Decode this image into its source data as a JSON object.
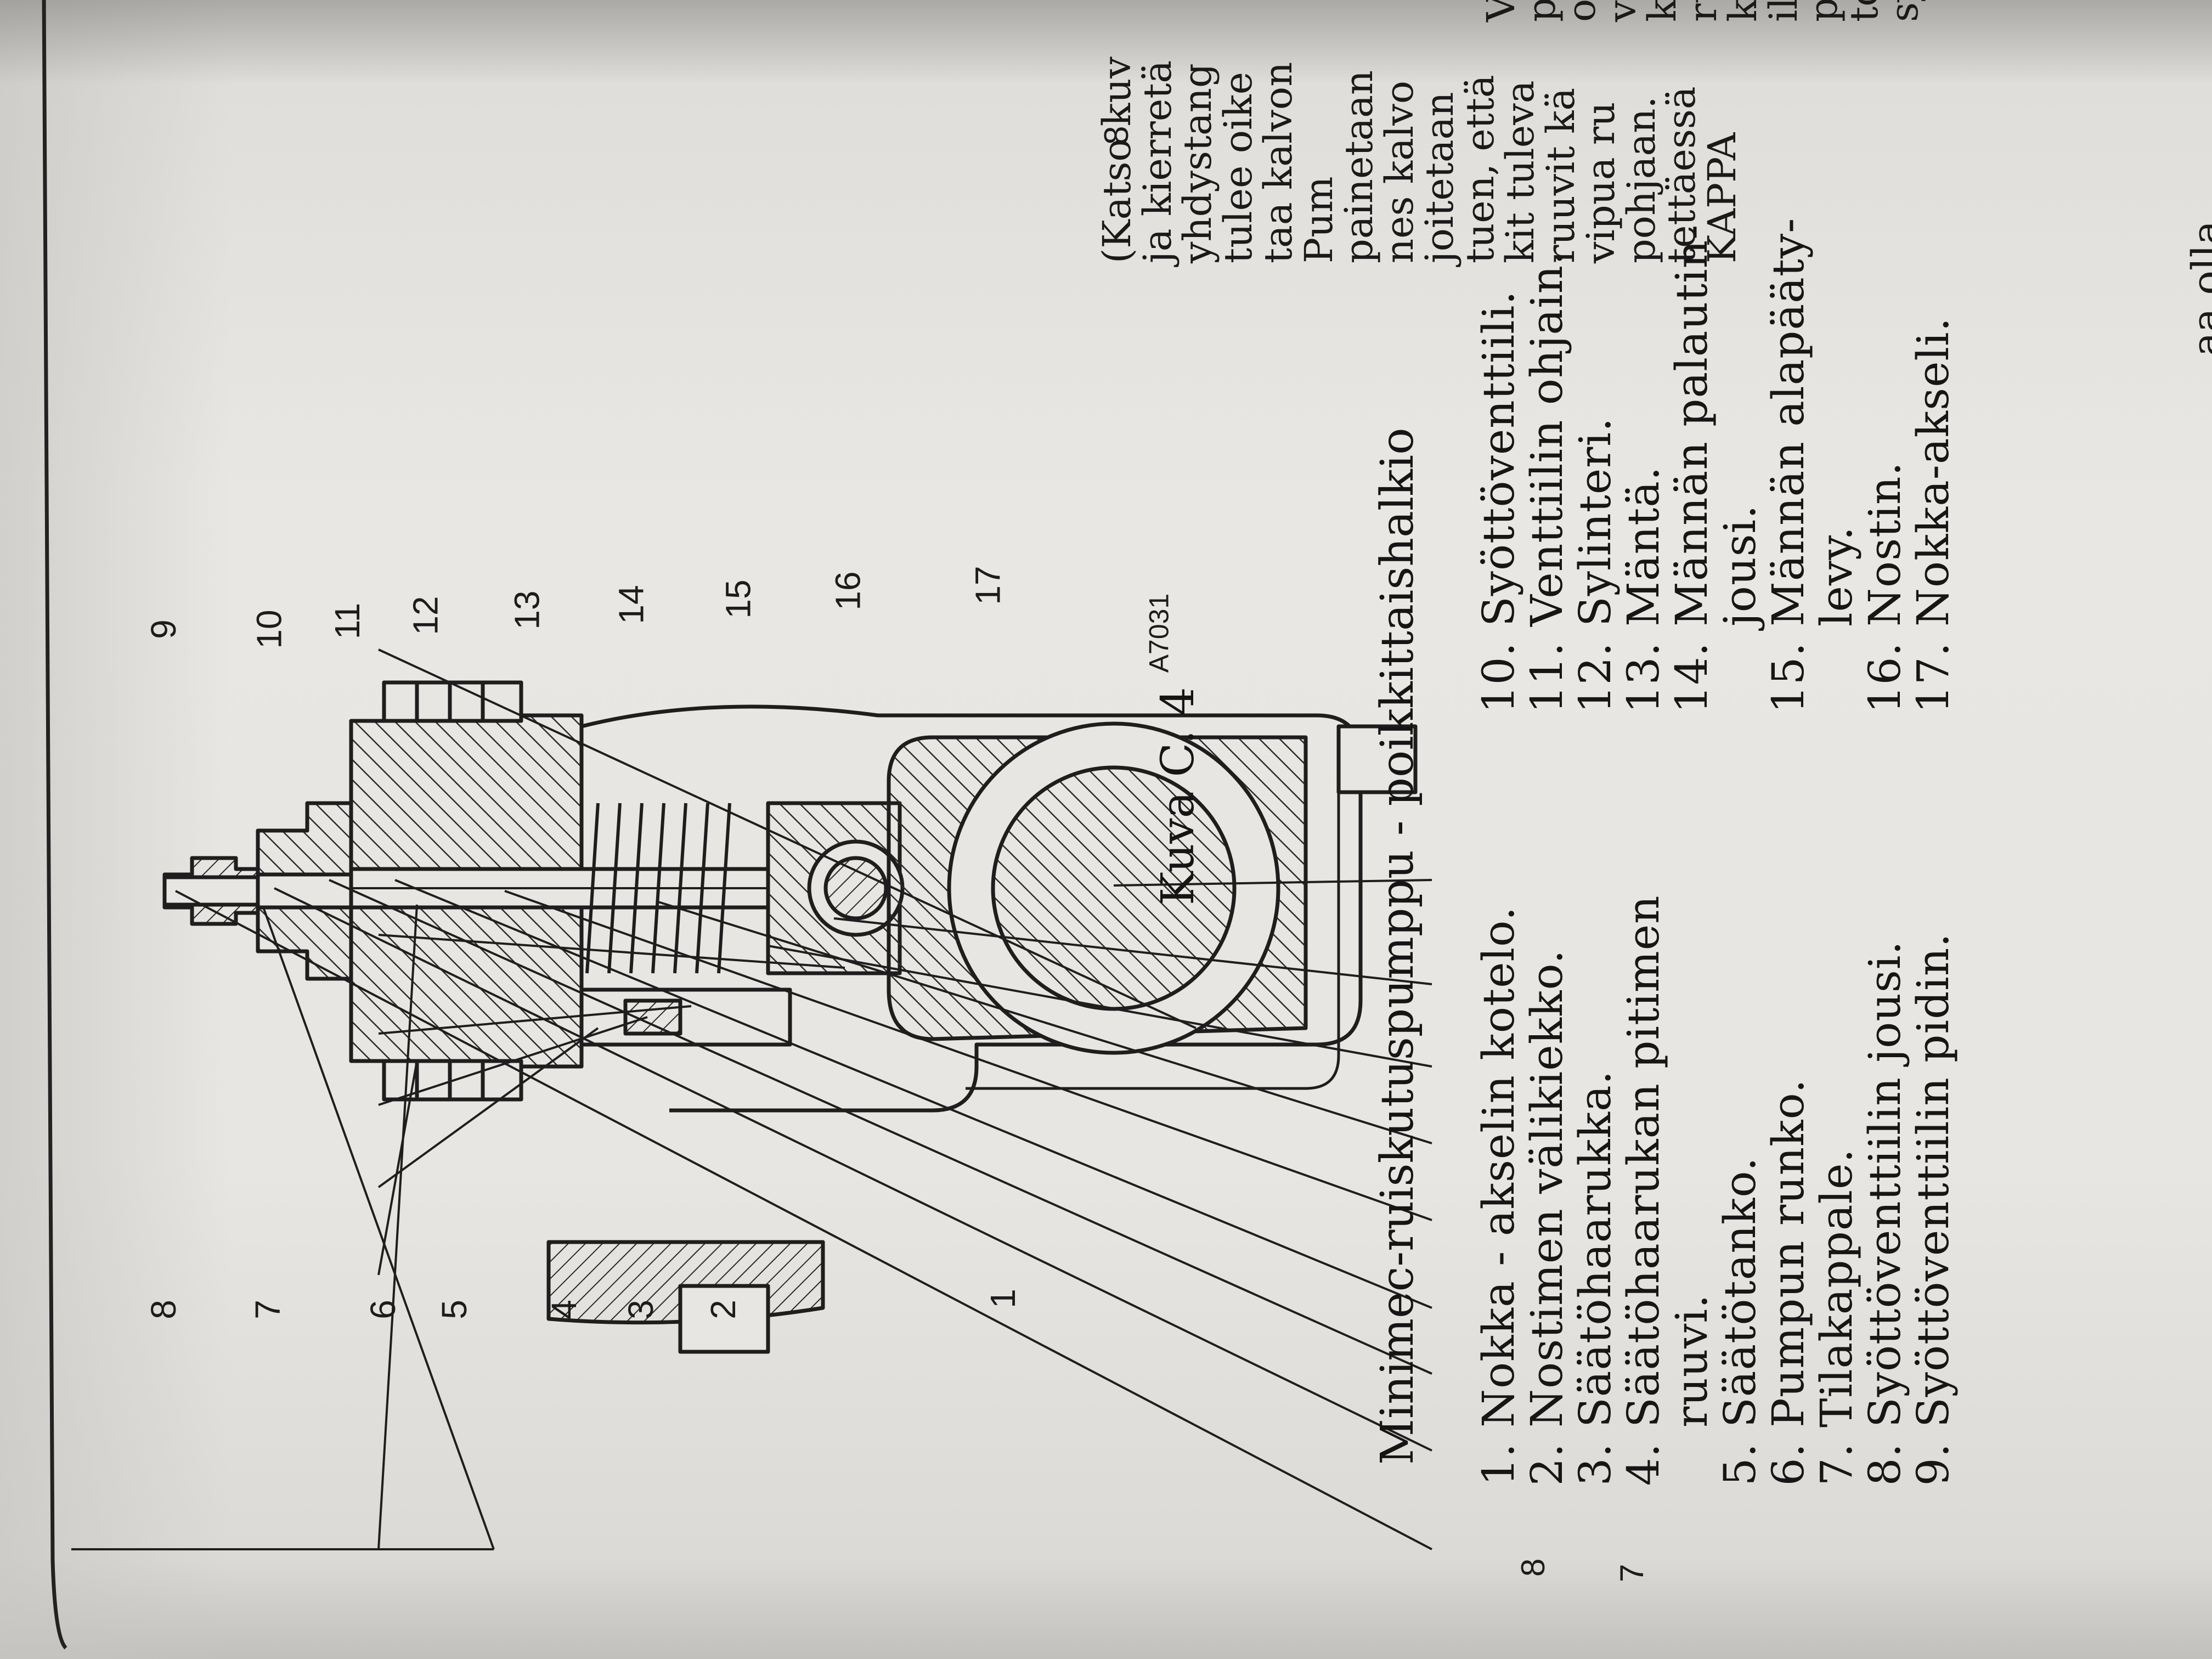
{
  "figure": {
    "caption": "Kuva C. 4",
    "title": "Minimec-ruiskutuspumppu - poikkittaishalkio",
    "drawing_code": "A7031",
    "labels_left": [
      "8",
      "7",
      "6",
      "5",
      "4",
      "3",
      "2",
      "1"
    ],
    "labels_right": [
      "9",
      "10",
      "11",
      "12",
      "13",
      "14",
      "15",
      "16",
      "17"
    ]
  },
  "legend": {
    "col1": [
      {
        "num": "1.",
        "text": "Nokka - akselin kotelo."
      },
      {
        "num": "2.",
        "text": "Nostimen välikiekko."
      },
      {
        "num": "3.",
        "text": "Säätöhaarukka."
      },
      {
        "num": "4.",
        "text": "Säätöhaarukan pitimen"
      },
      {
        "num": "",
        "text": "ruuvi."
      },
      {
        "num": "5.",
        "text": "Säätötanko."
      },
      {
        "num": "6.",
        "text": "Pumpun runko."
      },
      {
        "num": "7.",
        "text": "Tilakappale."
      },
      {
        "num": "8.",
        "text": "Syöttöventtiilin jousi."
      },
      {
        "num": "9.",
        "text": "Syöttöventtiilin pidin."
      }
    ],
    "col2": [
      {
        "num": "10.",
        "text": "Syöttöventtiili."
      },
      {
        "num": "11.",
        "text": "Venttiilin ohjain."
      },
      {
        "num": "12.",
        "text": "Sylinteri."
      },
      {
        "num": "13.",
        "text": "Mäntä."
      },
      {
        "num": "14.",
        "text": "Männän palautin-"
      },
      {
        "num": "",
        "text": "jousi."
      },
      {
        "num": "15.",
        "text": "Männän alapääty-"
      },
      {
        "num": "",
        "text": "levy."
      },
      {
        "num": "16.",
        "text": "Nostin."
      },
      {
        "num": "17.",
        "text": "Nokka-akseli."
      }
    ]
  },
  "right_column_fragments": [
    "(Katso kuv",
    "ja kierretä",
    "yhdystang",
    "tulee oike",
    "taa kalvon",
    "Pum",
    "painetaan",
    "nes kalvo",
    "joitetaan",
    "tuen, että",
    "kit tuleva",
    "ruuvit kä",
    "vipua ru",
    "pohjaan.",
    "tettäessä",
    "KAPPA"
  ],
  "far_right_fragments": [
    "V",
    "poltton",
    "olevaa",
    "vulla ja",
    "kuplato",
    "ruisku",
    "käsivi",
    "ilmaru",
    "poltto",
    "tori ta",
    "syötto"
  ],
  "bottom_fragment": "...aa olla"
}
